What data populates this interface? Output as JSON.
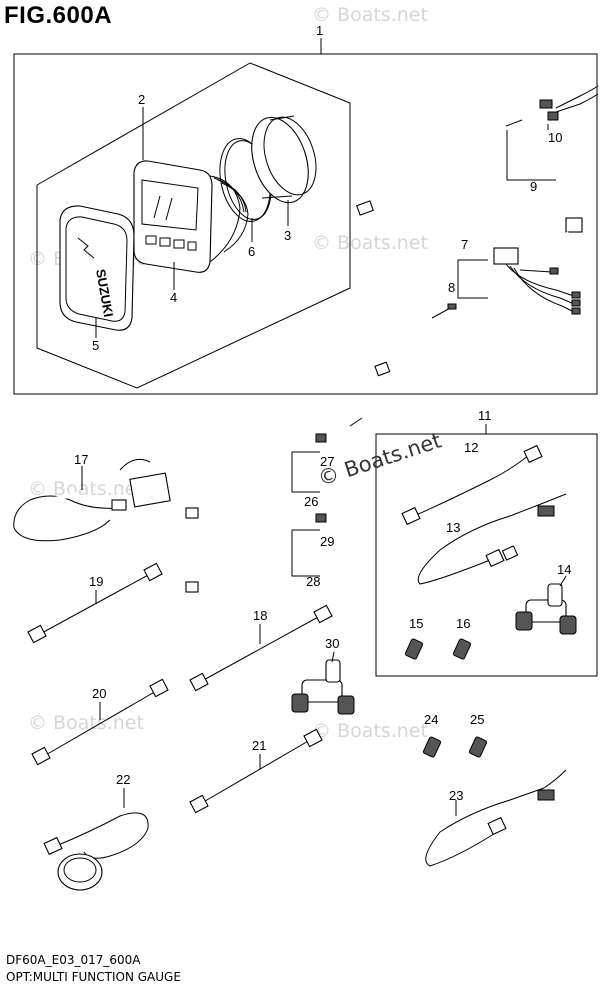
{
  "figure": {
    "title": "FIG.600A",
    "code": "DF60A_E03_017_600A",
    "description": "OPT:MULTI FUNCTION GAUGE",
    "watermark": "© Boats.net",
    "watermark_main": "© Boats.net",
    "brand_mark": "SUZUKI"
  },
  "callouts": [
    "1",
    "2",
    "3",
    "4",
    "5",
    "6",
    "7",
    "8",
    "9",
    "10",
    "11",
    "12",
    "13",
    "14",
    "15",
    "16",
    "17",
    "18",
    "19",
    "20",
    "21",
    "22",
    "23",
    "24",
    "25",
    "26",
    "27",
    "28",
    "29",
    "30"
  ]
}
